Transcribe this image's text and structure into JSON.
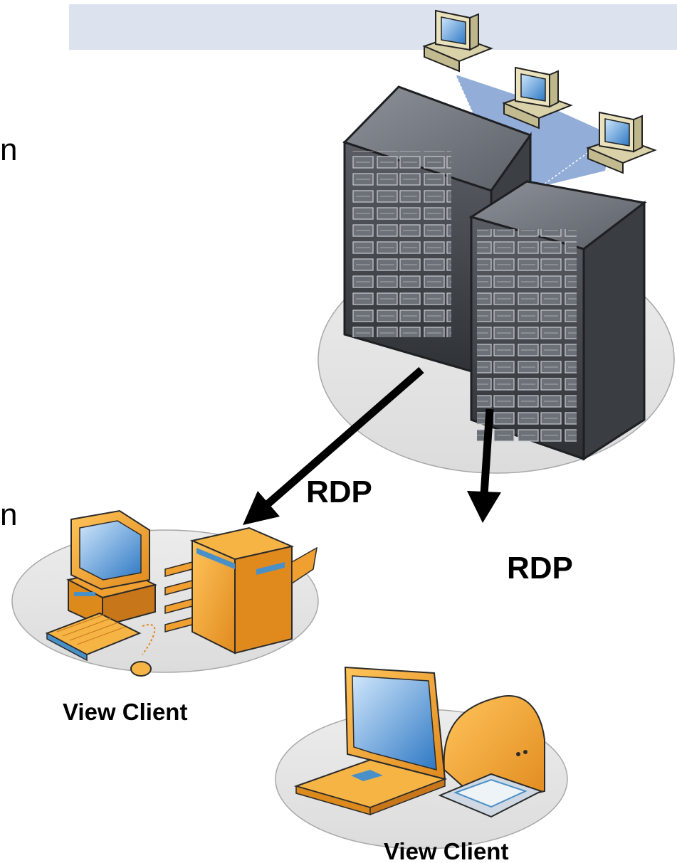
{
  "header_band": {
    "color": "#dce3ee"
  },
  "left_edge_fragments": [
    "n",
    "n"
  ],
  "connections": [
    {
      "label": "RDP",
      "from": "server-rack-front",
      "to": "view-client-desktop"
    },
    {
      "label": "RDP",
      "from": "server-rack-front",
      "to": "view-client-laptop"
    }
  ],
  "clients": [
    {
      "label": "View Client",
      "devices": [
        "desktop-computer-icon",
        "keyboard-icon",
        "mouse-icon",
        "printer-copier-icon"
      ]
    },
    {
      "label": "View Client",
      "devices": [
        "laptop-icon",
        "inkjet-printer-icon"
      ]
    }
  ],
  "server": {
    "racks": 2,
    "virtual_desktops": 3
  },
  "colors": {
    "device_orange": "#f0a030",
    "device_blue": "#4a90c8",
    "rack_dark": "#3c3f44",
    "desktop_beam": "#7f9fd0",
    "ellipse_fill": "#e6e6e6",
    "arrow": "#000000"
  }
}
